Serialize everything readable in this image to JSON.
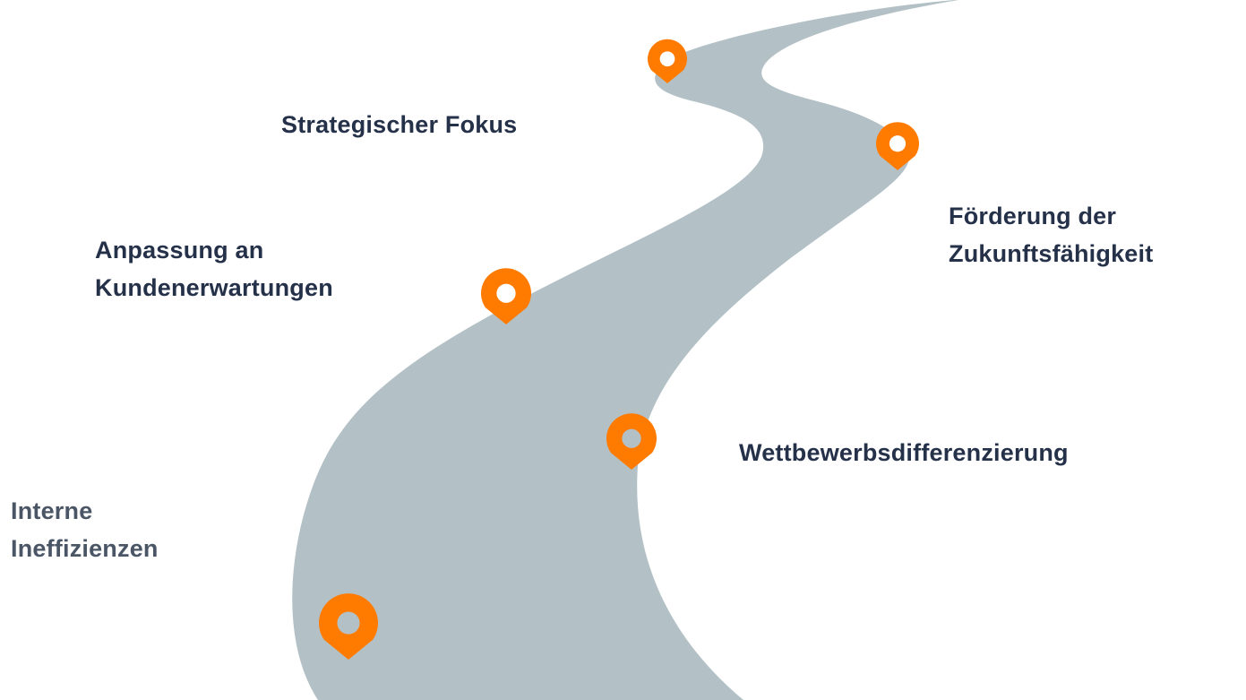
{
  "colors": {
    "road": "#b3c1c7",
    "pin": "#ff7b00",
    "pin_hole": "#ffffff",
    "pin_hole_bottom": "#b3c1c7",
    "text_dark": "#243149",
    "text_muted": "#4a5566"
  },
  "icons": {
    "road": "winding-road",
    "pin": "map-pin-icon"
  },
  "milestones": [
    {
      "lines": [
        "Interne",
        "Ineffizienzen"
      ]
    },
    {
      "lines": [
        "Wettbewerbsdifferenzierung"
      ]
    },
    {
      "lines": [
        "Anpassung an",
        "Kundenerwartungen"
      ]
    },
    {
      "lines": [
        "Förderung der",
        "Zukunftsfähigkeit"
      ]
    },
    {
      "lines": [
        "Strategischer Fokus"
      ]
    }
  ]
}
